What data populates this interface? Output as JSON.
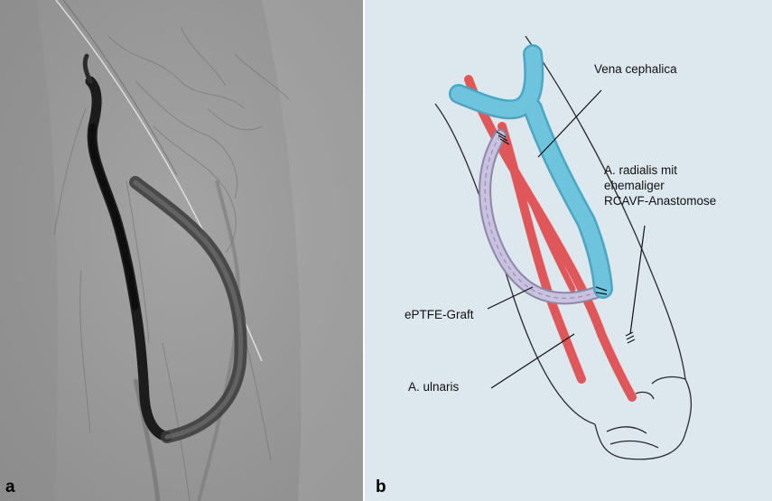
{
  "panel_a": {
    "label": "a"
  },
  "panel_b": {
    "label": "b",
    "callouts": {
      "vena_cephalica": "Vena cephalica",
      "radialis_line1": "A. radialis mit",
      "radialis_line2": "ehemaliger",
      "radialis_line3": "RCAVF-Anastomose",
      "eptfe_graft": "ePTFE-Graft",
      "ulnaris": "A. ulnaris"
    }
  },
  "colors": {
    "angio_background": "#9c9c9c",
    "contrast_vessel": "#1c1c1c",
    "sketch_background": "#dde7ee",
    "artery_red": "#e0575a",
    "vein_blue": "#6ec4dc",
    "graft_lilac": "#c9c2de"
  }
}
